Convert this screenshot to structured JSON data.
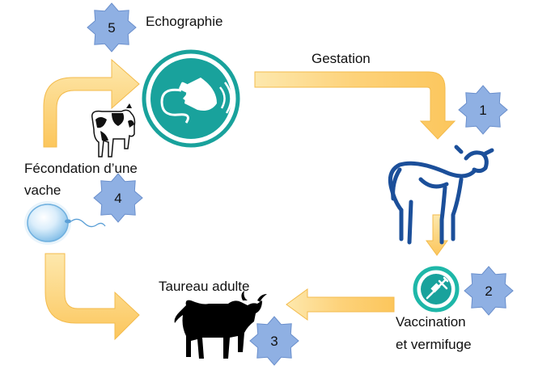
{
  "colors": {
    "arrow": "#fdd27a",
    "arrow_edge": "#f3bb4c",
    "badge_fill": "#8fb0e3",
    "badge_edge": "#6a8fcc",
    "teal": "#19a29c",
    "cow_blue": "#1b4f9a"
  },
  "steps": [
    {
      "number": "1",
      "label": "Gestation",
      "icon": "calf-icon"
    },
    {
      "number": "2",
      "label_line1": "Vaccination",
      "label_line2": "et vermifuge",
      "icon": "syringe-icon"
    },
    {
      "number": "3",
      "label": "Taureau adulte",
      "icon": "bull-icon"
    },
    {
      "number": "4",
      "label_line1": "Fécondation d’une",
      "label_line2": "vache",
      "icon": "egg-cell-icon"
    },
    {
      "number": "5",
      "label": "Echographie",
      "icon": "ultrasound-probe-icon"
    }
  ]
}
